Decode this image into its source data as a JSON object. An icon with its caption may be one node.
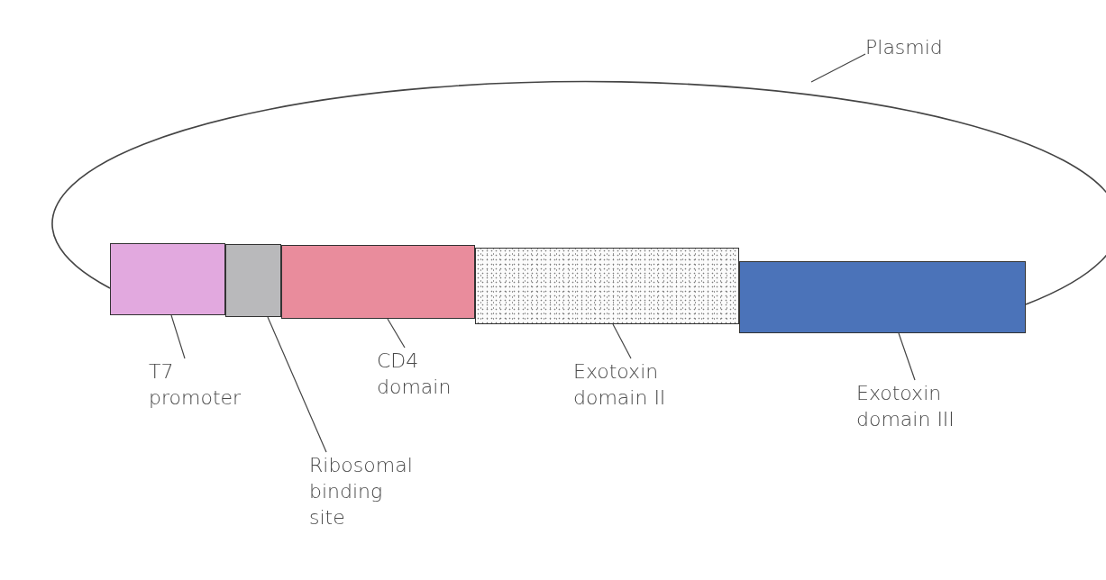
{
  "diagram": {
    "nodes": [
      {
        "text": [
          "Plasmid"
        ]
      },
      {
        "text": [],
        "shape": "circle"
      },
      {
        "text": [],
        "shape": "bar"
      },
      {
        "text": [],
        "shape": "bar"
      },
      {
        "text": [],
        "shape": "bar"
      },
      {
        "text": [],
        "shape": "bar"
      },
      {
        "text": [],
        "shape": "bar"
      },
      {
        "text": [
          "T7 promoter"
        ]
      },
      {
        "text": [
          "Ribosomal binding site"
        ]
      },
      {
        "text": [
          "CD4 domain"
        ]
      },
      {
        "text": [
          "Exotoxin domain II"
        ]
      },
      {
        "text": [
          "Exotoxin domain III"
        ]
      }
    ],
    "edges": [
      {
        "from": 0,
        "to": 1,
        "arrow": "none"
      },
      {
        "from": 7,
        "to": 2,
        "arrow": "none"
      },
      {
        "from": 8,
        "to": 3,
        "arrow": "none"
      },
      {
        "from": 9,
        "to": 4,
        "arrow": "none"
      },
      {
        "from": 10,
        "to": 5,
        "arrow": "none"
      },
      {
        "from": 11,
        "to": 6,
        "arrow": "none"
      }
    ]
  }
}
